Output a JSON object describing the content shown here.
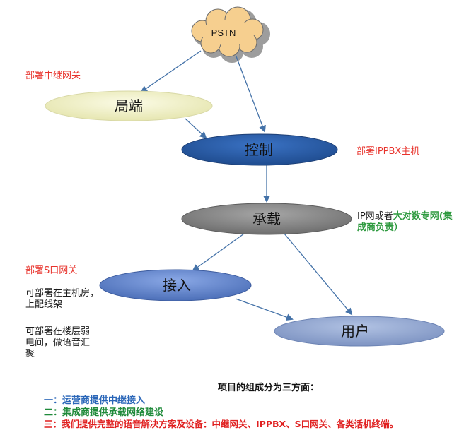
{
  "nodes": {
    "pstn": "PSTN",
    "juduan": "局端",
    "kongzhi": "控制",
    "chengzai": "承载",
    "jieru": "接入",
    "yonghu": "用户"
  },
  "annotations": {
    "trunk_gateway": "部署中继网关",
    "ippbx_host": "部署IPPBX主机",
    "ip_network_prefix": "IP网或者",
    "ip_network_highlight_1": "大对数专网(集",
    "ip_network_highlight_2": "成商负责）",
    "s_gateway": "部署S口网关",
    "host_room_1": "可部署在主机房，",
    "host_room_2": "上配线架",
    "floor_room_1": "可部署在楼层弱",
    "floor_room_2": "电间，做语音汇",
    "floor_room_3": "聚"
  },
  "summary": {
    "title": "项目的组成分为三方面：",
    "line1": "一：运营商提供中继接入",
    "line2": "二：集成商提供承载网络建设",
    "line3": "三：我们提供完整的语音解决方案及设备：中继网关、IPPBX、S口网关、各类话机终端。"
  },
  "colors": {
    "red_annotation": "#e8332c",
    "green_highlight": "#2e9a3f",
    "line1_blue": "#2a66b8",
    "line2_green": "#1f8a3a",
    "line3_red": "#e02020",
    "arrow": "#4472a8",
    "juduan_fill": "#efefc2",
    "kongzhi_fill": "#2f5fa6",
    "chengzai_fill": "#8a8a8a",
    "jieru_fill": "#6f8fd4",
    "yonghu_fill": "#93a9d0",
    "cloud_fill": "#f6cf8f",
    "cloud_shadow": "#9d9d9d"
  }
}
